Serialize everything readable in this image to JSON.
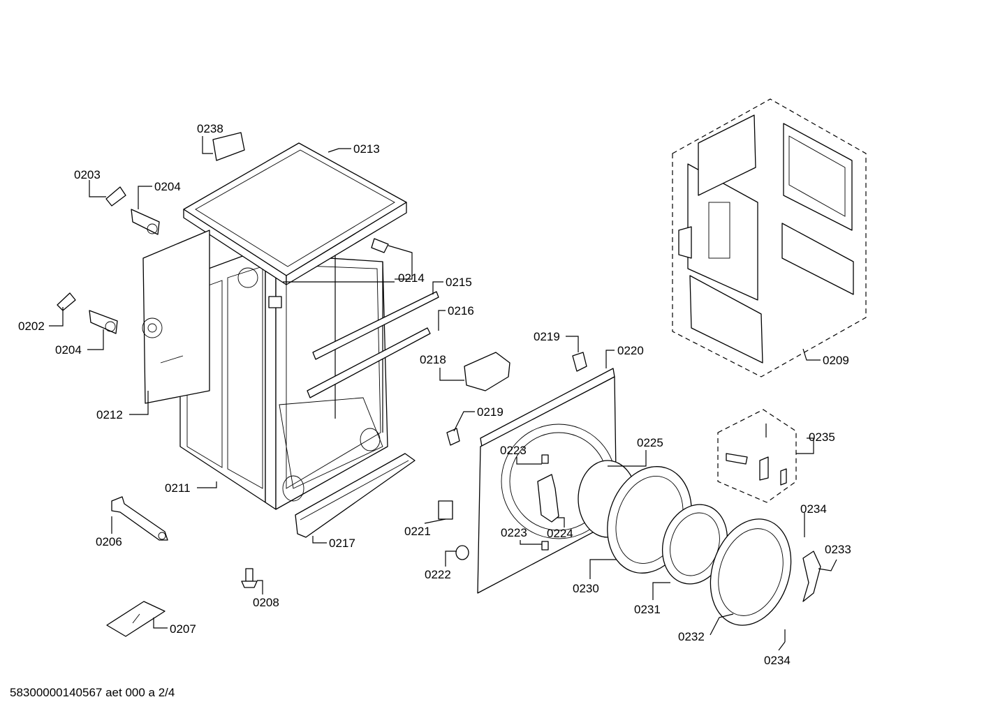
{
  "labels": [
    {
      "id": "0238",
      "text": "0238"
    },
    {
      "id": "0213",
      "text": "0213"
    },
    {
      "id": "0203",
      "text": "0203"
    },
    {
      "id": "0204a",
      "text": "0204"
    },
    {
      "id": "0214",
      "text": "0214"
    },
    {
      "id": "0215",
      "text": "0215"
    },
    {
      "id": "0216",
      "text": "0216"
    },
    {
      "id": "0202",
      "text": "0202"
    },
    {
      "id": "0204b",
      "text": "0204"
    },
    {
      "id": "0219a",
      "text": "0219"
    },
    {
      "id": "0220",
      "text": "0220"
    },
    {
      "id": "0209",
      "text": "0209"
    },
    {
      "id": "0218",
      "text": "0218"
    },
    {
      "id": "0212",
      "text": "0212"
    },
    {
      "id": "0219b",
      "text": "0219"
    },
    {
      "id": "0235",
      "text": "0235"
    },
    {
      "id": "0223a",
      "text": "0223"
    },
    {
      "id": "0225",
      "text": "0225"
    },
    {
      "id": "0211",
      "text": "0211"
    },
    {
      "id": "0234a",
      "text": "0234"
    },
    {
      "id": "0221",
      "text": "0221"
    },
    {
      "id": "0223b",
      "text": "0223"
    },
    {
      "id": "0224",
      "text": "0224"
    },
    {
      "id": "0206",
      "text": "0206"
    },
    {
      "id": "0217",
      "text": "0217"
    },
    {
      "id": "0233",
      "text": "0233"
    },
    {
      "id": "0222",
      "text": "0222"
    },
    {
      "id": "0230",
      "text": "0230"
    },
    {
      "id": "0208",
      "text": "0208"
    },
    {
      "id": "0231",
      "text": "0231"
    },
    {
      "id": "0207",
      "text": "0207"
    },
    {
      "id": "0232",
      "text": "0232"
    },
    {
      "id": "0234b",
      "text": "0234"
    }
  ],
  "footer": {
    "drawing_number": "58300000140567 aet 000 a 2/4"
  }
}
